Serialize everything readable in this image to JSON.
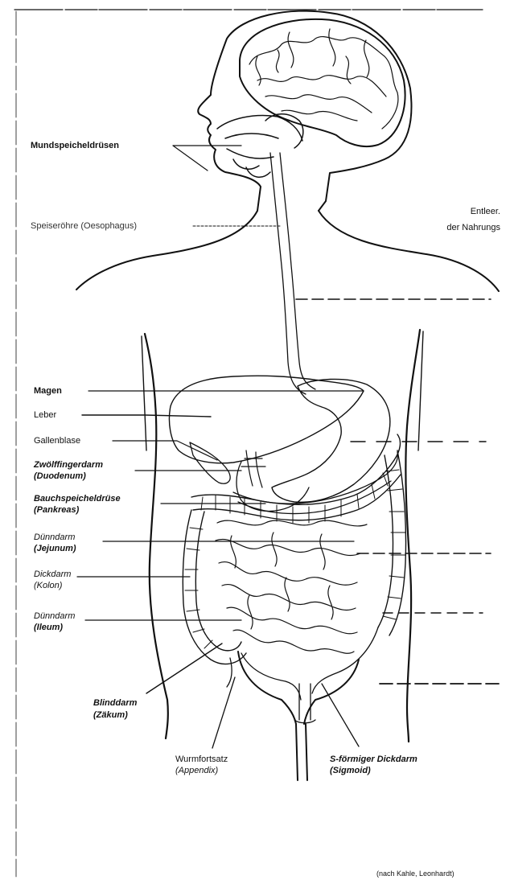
{
  "labels": {
    "mundspeicheldruesen": "Mundspeicheldrüsen",
    "speiseroehre": "Speiseröhre (Oesophagus)",
    "entleer_line1": "Entleer.",
    "entleer_line2": "der Nahrungs",
    "magen": "Magen",
    "leber": "Leber",
    "gallenblase": "Gallenblase",
    "zwoelffinger_1": "Zwölffingerdarm",
    "zwoelffinger_2": "(Duodenum)",
    "bauchspeichel_1": "Bauchspeicheldrüse",
    "bauchspeichel_2": "(Pankreas)",
    "duenndarm_1": "Dünndarm",
    "duenndarm_2": "(Jejunum)",
    "dickdarm_1": "Dickdarm",
    "dickdarm_2": "(Kolon)",
    "duenndarm_ileum_1": "Dünndarm",
    "duenndarm_ileum_2": "(Ileum)",
    "blinddarm_1": "Blinddarm",
    "blinddarm_2": "(Zäkum)",
    "wurmfortsatz_1": "Wurmfortsatz",
    "wurmfortsatz_2": "(Appendix)",
    "sigmoid_1": "S-förmiger Dickdarm",
    "sigmoid_2": "(Sigmoid)",
    "credit": "(nach Kahle, Leonhardt)"
  }
}
